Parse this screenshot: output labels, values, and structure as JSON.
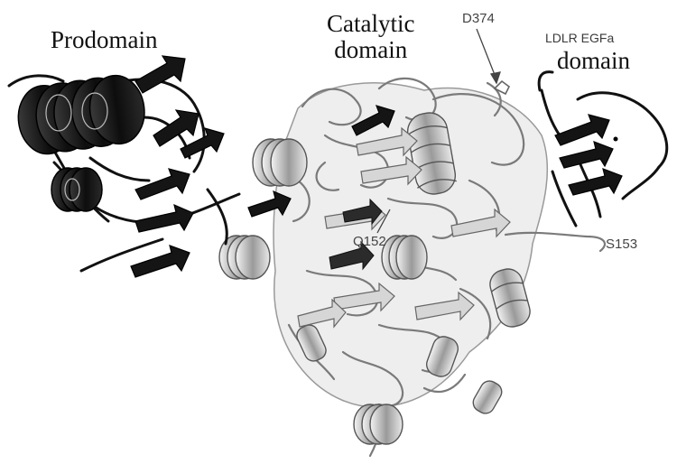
{
  "labels": {
    "prodomain": "Prodomain",
    "catalytic_line1": "Catalytic",
    "catalytic_line2": "domain",
    "ldlr_egfa": "LDLR EGFa",
    "egfa_domain": "domain",
    "d374": "D374",
    "q152": "Q152",
    "s153": "S153"
  },
  "colors": {
    "prodomain": "#1a1a1a",
    "catalytic": "#c9c9c9",
    "ldlr_egfa": "#141414",
    "label_text": "#111111",
    "residue_text": "#444444"
  }
}
